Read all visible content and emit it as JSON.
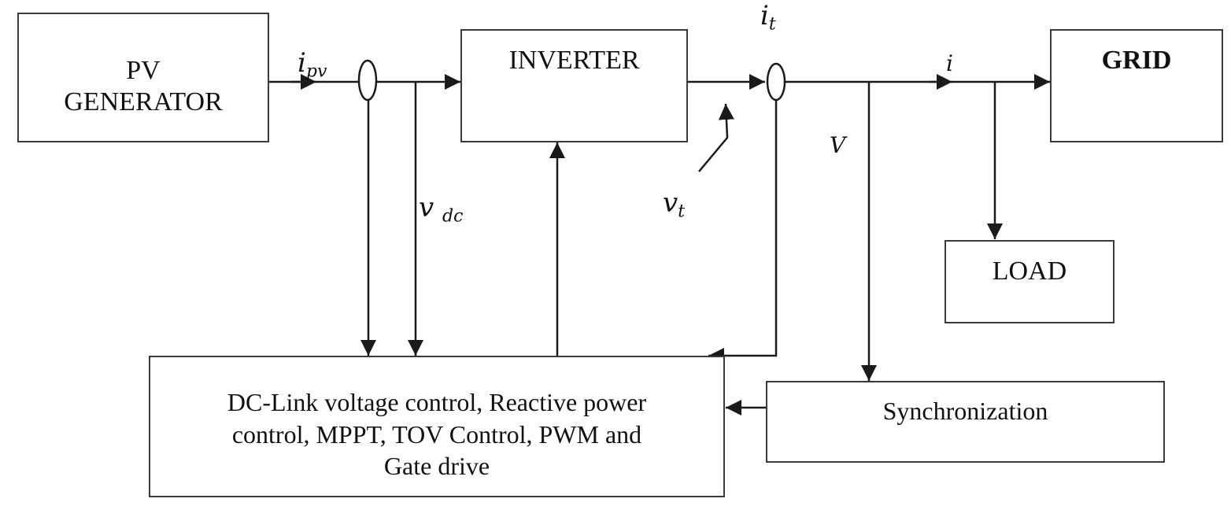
{
  "blocks": {
    "pv_line1": "PV",
    "pv_line2": "GENERATOR",
    "inverter": "INVERTER",
    "grid": "GRID",
    "load": "LOAD",
    "control_line1": "DC-Link voltage control, Reactive power",
    "control_line2": "control, MPPT, TOV Control, PWM and",
    "control_line3": "Gate drive",
    "sync": "Synchronization"
  },
  "labels": {
    "i_pv": {
      "main": "i",
      "sub": "pv"
    },
    "i_t": {
      "main": "i",
      "sub": "t"
    },
    "i": "i",
    "v_dc": {
      "main": "v",
      "sub": "dc"
    },
    "v_t": {
      "main": "v",
      "sub": "t"
    },
    "V": "V"
  },
  "colors": {
    "line": "#1a1a1a",
    "box_border": "#3a3a3a",
    "text": "#111111"
  }
}
